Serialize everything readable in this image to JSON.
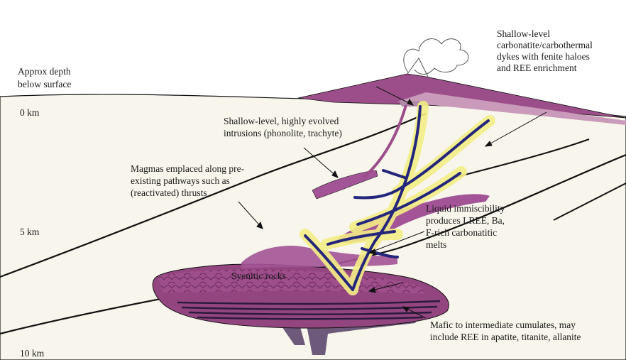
{
  "depth_axis": {
    "title_line1": "Approx depth",
    "title_line2": "below surface",
    "ticks": [
      "0 km",
      "5 km",
      "10 km"
    ]
  },
  "labels": {
    "dykes": [
      "Shallow-level",
      "carbonatite/carbothermal",
      "dykes with fenite haloes",
      "and REE enrichment"
    ],
    "intrusions": [
      "Shallow-level, highly evolved",
      "intrusions (phonolite, trachyte)"
    ],
    "thrusts": [
      "Magmas emplaced along pre-",
      "existing pathways such as",
      "(reactivated) thrusts"
    ],
    "immiscibility": [
      "Liquid immiscibility",
      "produces LREE, Ba,",
      "F-rich carbonatitic",
      "melts"
    ],
    "syenitic": "Syenitic rocks",
    "cumulates": [
      "Mafic to intermediate cumulates, may",
      "include REE in apatite, titanite, allanite"
    ]
  },
  "colors": {
    "crust": "#f7f5ec",
    "volcano": "#9c4e8a",
    "volcano_light": "#c99ab9",
    "magma": "#93457f",
    "dyke": "#23267a",
    "halo": "#f3ee86",
    "line": "#111111"
  }
}
